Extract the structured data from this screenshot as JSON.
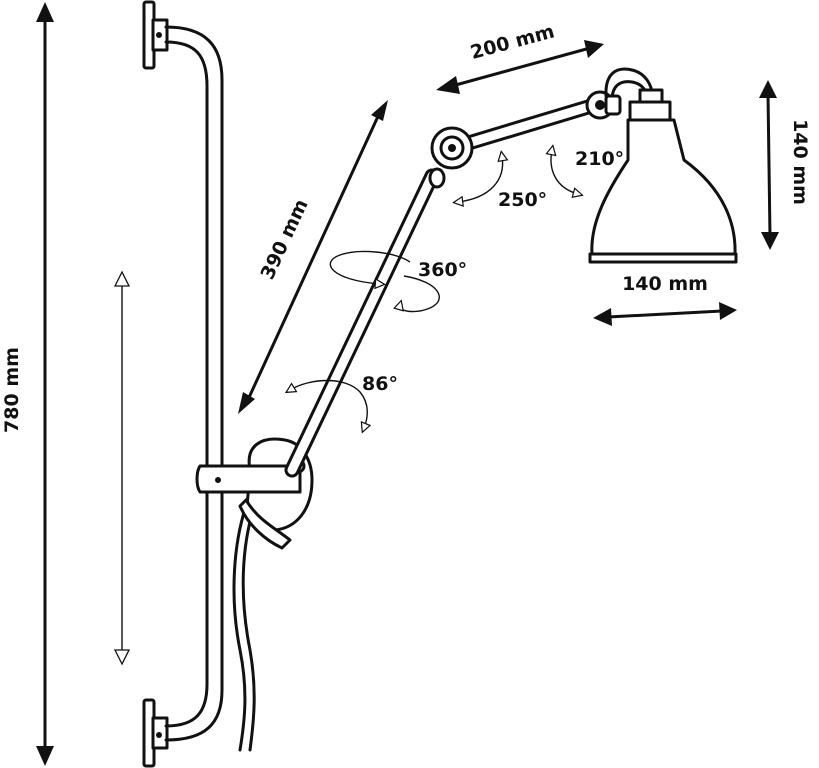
{
  "dimensions": {
    "height_total": "780 mm",
    "arm_length": "390 mm",
    "upper_arm_length": "200 mm",
    "shade_height": "140 mm",
    "shade_width": "140 mm"
  },
  "rotations": {
    "shade_tilt": "210°",
    "elbow": "250°",
    "swivel": "360°",
    "base_tilt": "86°"
  },
  "colors": {
    "line": "#111111",
    "background": "#ffffff"
  }
}
